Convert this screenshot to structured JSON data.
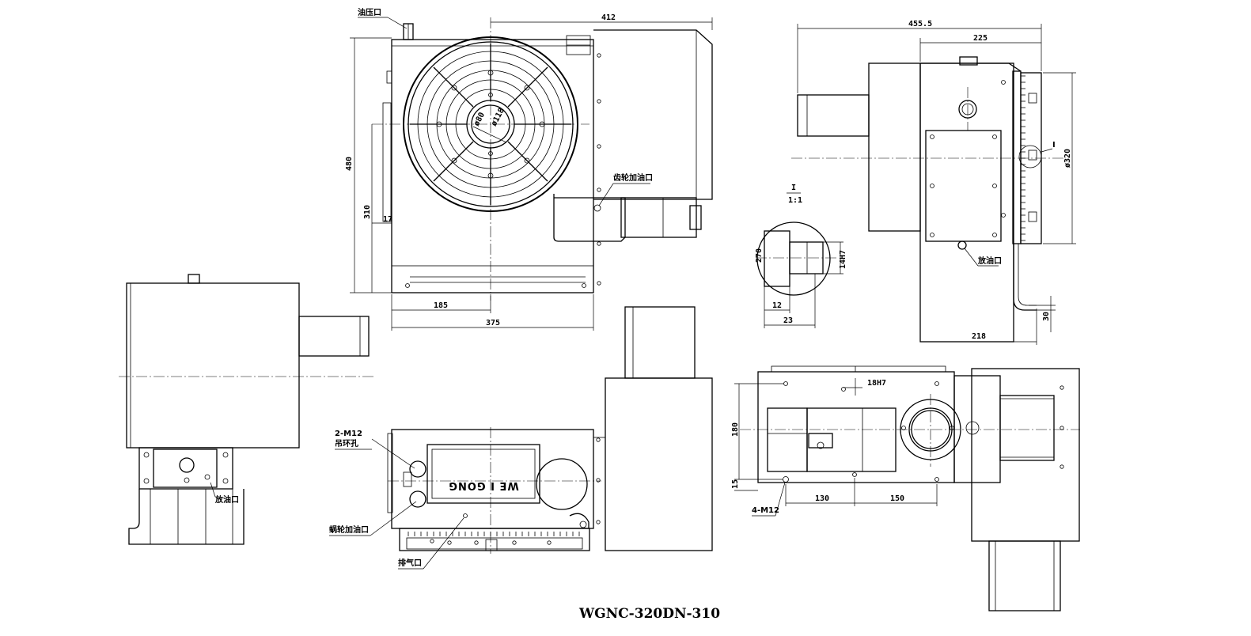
{
  "title": "WGNC-320DN-310",
  "brand": "WE I GONG",
  "detail": {
    "label": "I",
    "scale": "1:1"
  },
  "front_view": {
    "dims": {
      "width": "412",
      "height": "480",
      "center_height": "310",
      "offset": "17",
      "bottom_left": "185",
      "bottom_total": "375"
    },
    "inner_diameters": [
      "ø80",
      "ø118"
    ],
    "notes": {
      "hydraulic": "油压口",
      "gear_oil": "齿轮加油口"
    }
  },
  "side_view": {
    "dims": {
      "total": "455.5",
      "part": "225",
      "table_dia": "ø320",
      "base": "218",
      "foot": "30"
    },
    "notes": {
      "drain": "放油口"
    }
  },
  "detail_view": {
    "dims": {
      "d270": "270",
      "slot": "14H7",
      "d12": "12",
      "d23": "23"
    }
  },
  "left_view": {
    "notes": {
      "drain": "放油口"
    }
  },
  "bottom_view": {
    "notes": {
      "lift_line1": "2-M12",
      "lift_line2": "吊环孔",
      "worm_oil": "蜗轮加油口",
      "vent": "排气口"
    }
  },
  "plan_view": {
    "dims": {
      "key": "18H7",
      "d180": "180",
      "d15": "15",
      "d130": "130",
      "d150": "150"
    },
    "notes": {
      "holes": "4-M12"
    }
  }
}
